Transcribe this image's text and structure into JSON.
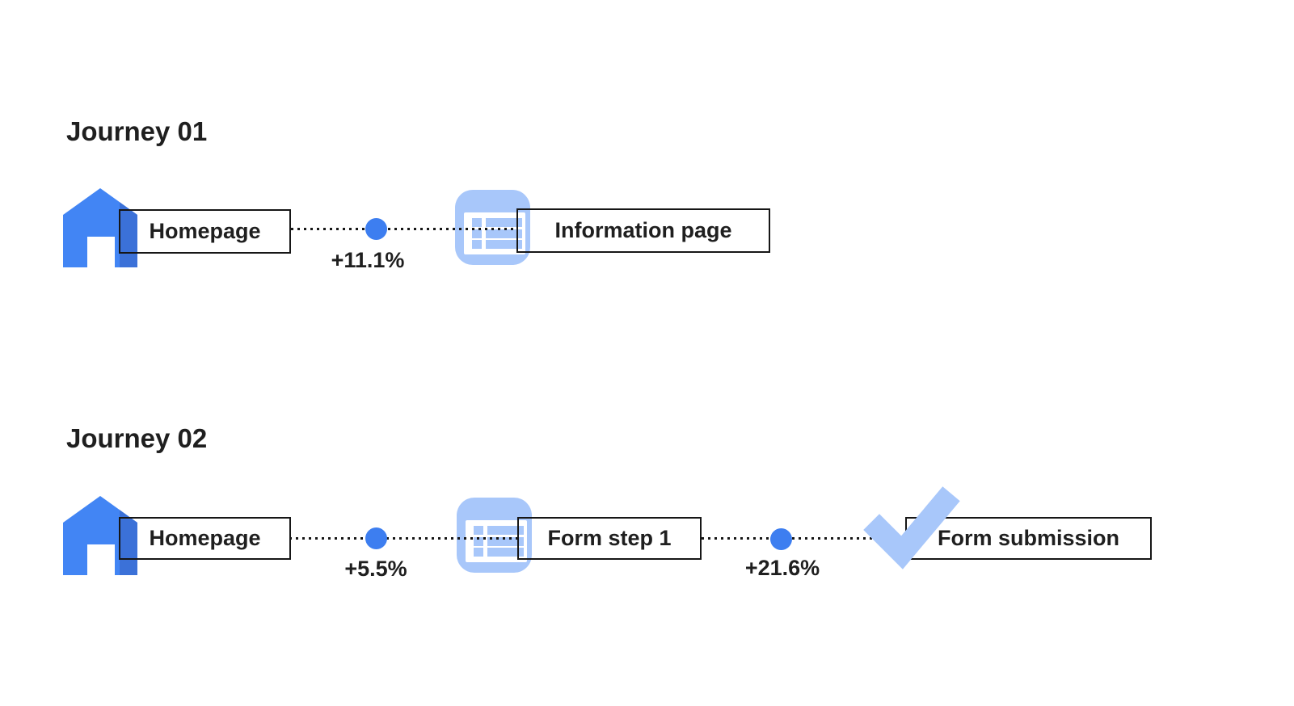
{
  "colors": {
    "background": "#ffffff",
    "primary_blue": "#4285F4",
    "primary_blue_dark": "#3B71D8",
    "light_blue": "#A8C7FA",
    "dot_blue": "#3D7EF0",
    "text": "#1F1F1F",
    "box_border": "#161616"
  },
  "journeys": [
    {
      "title": "Journey 01",
      "steps": [
        {
          "icon": "home-icon",
          "label": "Homepage"
        },
        {
          "icon": "information-page-icon",
          "label": "Information page"
        }
      ],
      "transitions": [
        {
          "change": "+11.1%"
        }
      ]
    },
    {
      "title": "Journey 02",
      "steps": [
        {
          "icon": "home-icon",
          "label": "Homepage"
        },
        {
          "icon": "form-step-icon",
          "label": "Form step 1"
        },
        {
          "icon": "checkmark-icon",
          "label": "Form submission"
        }
      ],
      "transitions": [
        {
          "change": "+5.5%"
        },
        {
          "change": "+21.6%"
        }
      ]
    }
  ]
}
